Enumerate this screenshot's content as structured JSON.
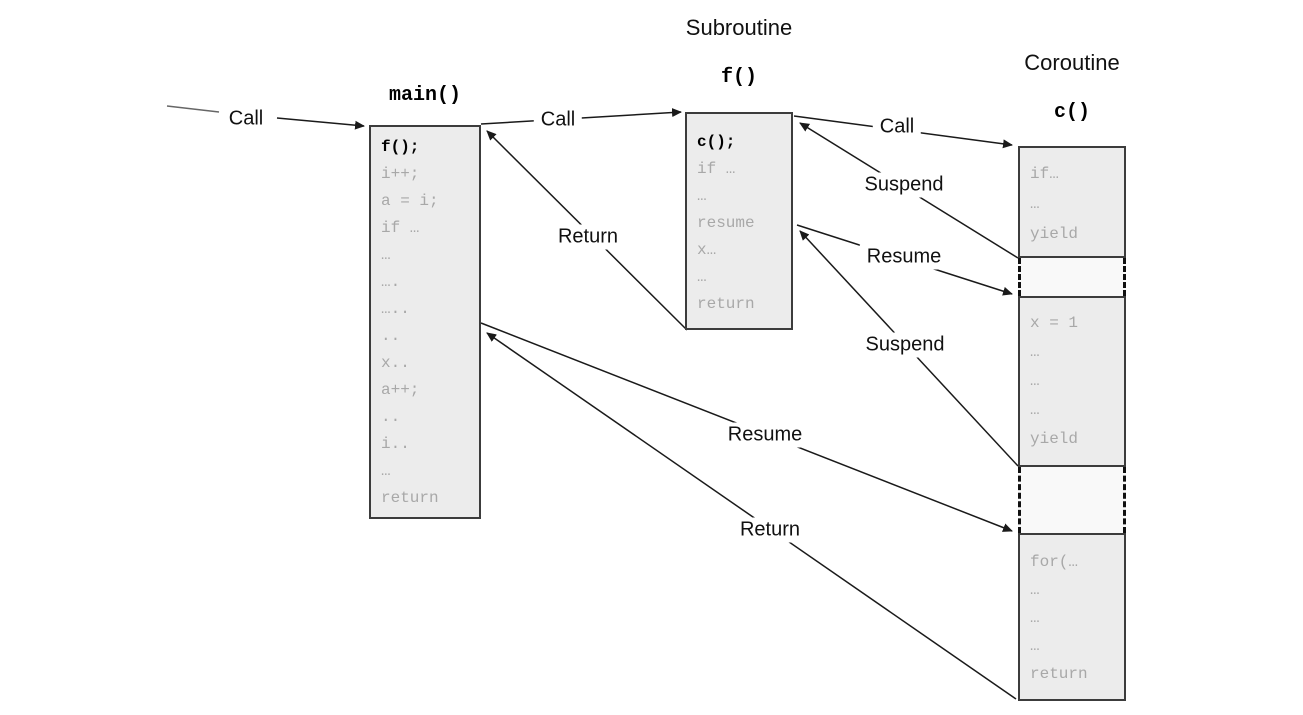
{
  "diagram": {
    "headers": {
      "subroutine": "Subroutine",
      "coroutine": "Coroutine"
    },
    "boxes": {
      "main": {
        "title": "main()",
        "lines": [
          "f();",
          "i++;",
          "a = i;",
          "if …",
          "…",
          "….",
          "…..",
          "..",
          "x..",
          "a++;",
          "..",
          "i..",
          "…",
          "return"
        ]
      },
      "f": {
        "title": "f()",
        "lines": [
          "c();",
          "if …",
          "…",
          "resume",
          "x…",
          "…",
          "return"
        ]
      },
      "c1": {
        "title": "c()",
        "lines": [
          "if…",
          "…",
          "yield"
        ]
      },
      "c2": {
        "lines": [
          "x = 1",
          "…",
          "…",
          "…",
          "yield"
        ]
      },
      "c3": {
        "lines": [
          "for(…",
          "…",
          "…",
          "…",
          "return"
        ]
      }
    },
    "labels": {
      "call_main": "Call",
      "call_f": "Call",
      "call_c": "Call",
      "return_f_main": "Return",
      "suspend_1": "Suspend",
      "resume_1": "Resume",
      "suspend_2": "Suspend",
      "resume_2": "Resume",
      "return_c_main": "Return"
    },
    "colors": {
      "box_fill": "#ececec",
      "box_border": "#3c3c3c",
      "code_gray": "#a8a8a8",
      "code_black": "#000000",
      "arrow_line": "#1a1a1a",
      "background": "#ffffff"
    }
  }
}
